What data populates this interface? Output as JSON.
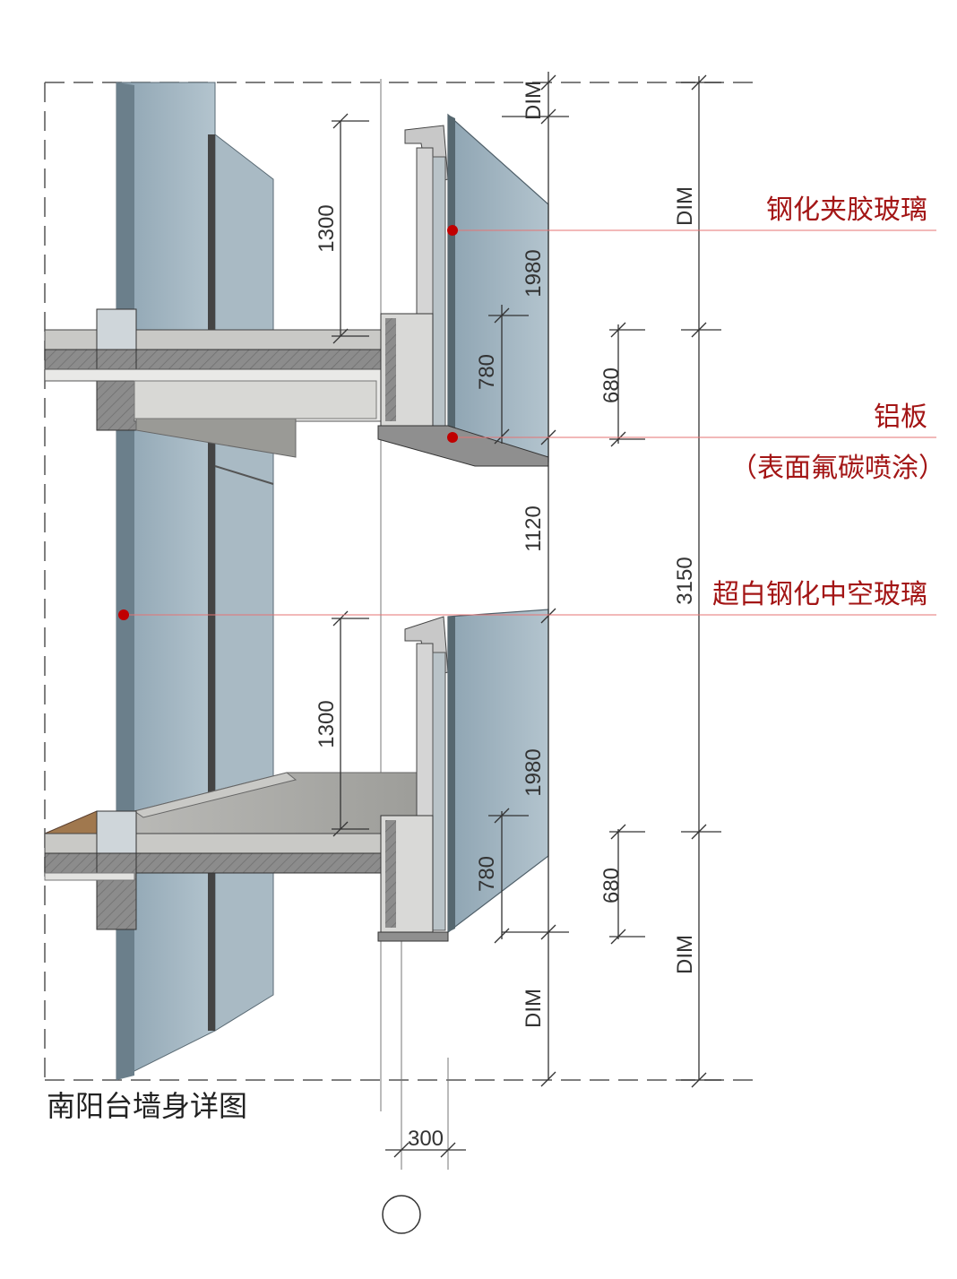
{
  "title": "南阳台墙身详图",
  "callouts": [
    {
      "id": "laminated-glass",
      "label": "钢化夹胶玻璃"
    },
    {
      "id": "aluminum-panel",
      "label": "铝板",
      "sub": "（表面氟碳喷涂）"
    },
    {
      "id": "insulated-glass",
      "label": "超白钢化中空玻璃"
    }
  ],
  "dimensions": {
    "upper_rail_height": "1300",
    "lower_rail_height": "1300",
    "upper_glass_height": "1980",
    "lower_glass_height": "1980",
    "upper_panel_780": "780",
    "lower_panel_780": "780",
    "upper_panel_680": "680",
    "lower_panel_680": "680",
    "gap_1120": "1120",
    "floor_height": "3150",
    "dim_top": "DIM",
    "dim_upper": "DIM",
    "dim_lower": "DIM",
    "dim_bottom": "DIM",
    "offset_300": "300"
  },
  "colors": {
    "callout": "#a31515",
    "glass": "#9fb3bf",
    "concrete": "#8a8a8a",
    "line": "#333333"
  }
}
